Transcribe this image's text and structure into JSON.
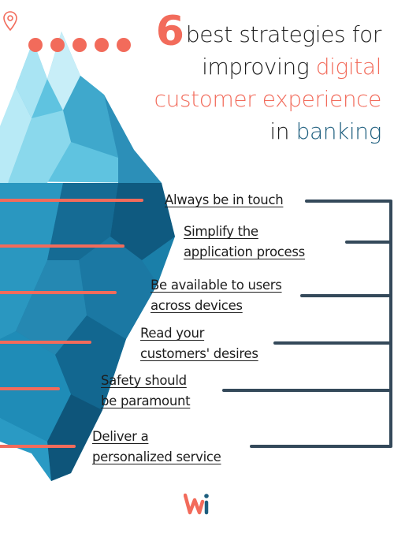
{
  "title": {
    "number": "6",
    "line1": "best strategies for",
    "line2_plain": "improving ",
    "line2_accent": "digital",
    "line3": "customer experience",
    "line4_plain": "in ",
    "line4_blue": "banking"
  },
  "strategies": [
    {
      "line1": "Always be in touch",
      "line2": ""
    },
    {
      "line1": "Simplify the",
      "line2": "application process"
    },
    {
      "line1": "Be available to users",
      "line2": "across devices"
    },
    {
      "line1": "Read your",
      "line2": "customers' desires"
    },
    {
      "line1": "Safety should",
      "line2": "be paramount"
    },
    {
      "line1": "Deliver a",
      "line2": "personalized service"
    }
  ],
  "colors": {
    "accent": "#f26b5b",
    "blue": "#1d5e7e",
    "dark_line": "#34495a",
    "iceberg_light": "#7fd4ea",
    "iceberg_dark": "#0f5a80"
  },
  "icons": {
    "location": "location-pin-icon",
    "brand": "wi-logo-icon"
  }
}
